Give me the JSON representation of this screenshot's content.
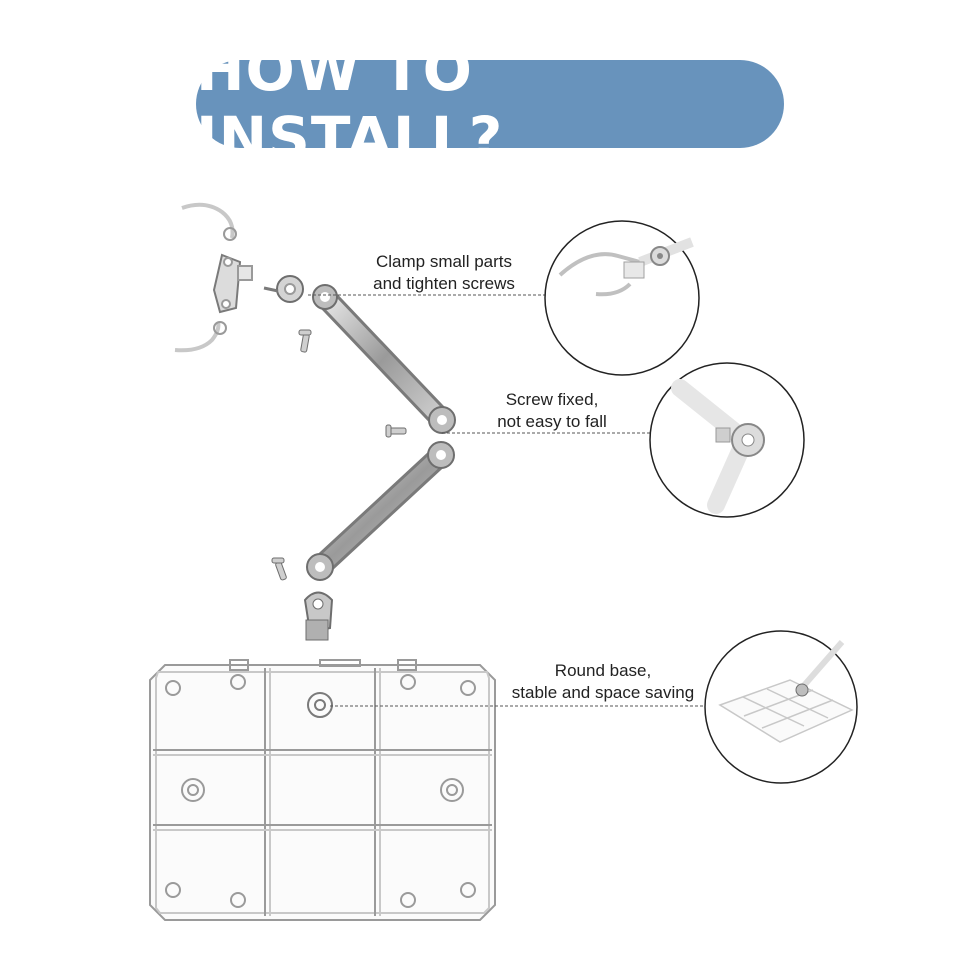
{
  "title": "HOW TO INSTALL?",
  "callouts": [
    {
      "line1": "Clamp small parts",
      "line2": "and tighten screws"
    },
    {
      "line1": "Screw fixed,",
      "line2": "not easy to fall"
    },
    {
      "line1": "Round base,",
      "line2": "stable and space saving"
    }
  ],
  "colors": {
    "accent": "#6893bc",
    "parts": "#8c8c8c",
    "dashed_leader": "#555555"
  }
}
